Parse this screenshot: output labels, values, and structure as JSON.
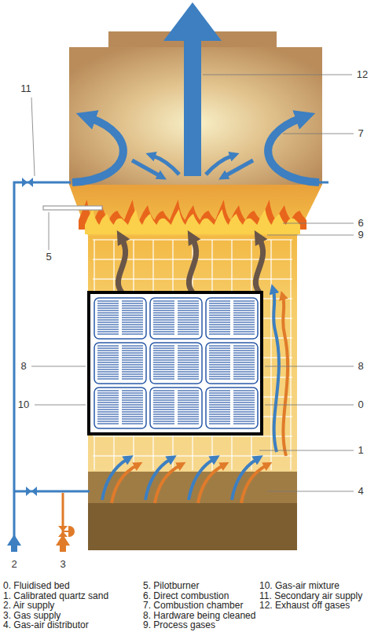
{
  "diagram": {
    "labels": [
      "12",
      "11",
      "7",
      "6",
      "9",
      "5",
      "8",
      "8",
      "10",
      "0",
      "1",
      "4",
      "2",
      "3",
      "0. Fluidised bed",
      "1. Calibrated quartz sand",
      "2. Air supply",
      "3. Gas supply",
      "4. Gas-air distributor",
      "5. Pilotburner",
      "6. Direct combustion",
      "7. Combustion chamber",
      "8. Hardware being cleaned",
      "9. Process gases",
      "10. Gas-air mixture",
      "11. Secondary air supply",
      "12. Exhaust off gases"
    ]
  }
}
